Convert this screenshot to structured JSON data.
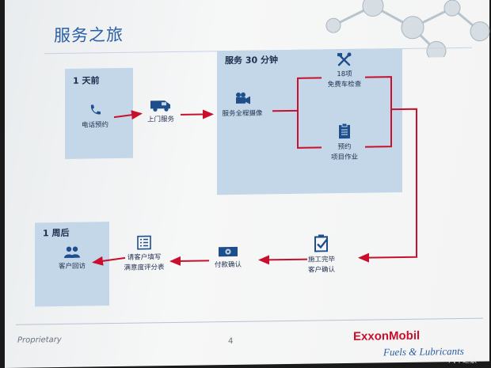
{
  "slide": {
    "title": "服务之旅",
    "stages": {
      "before": "1 天前",
      "during": "服务 30 分钟",
      "after": "1 周后"
    },
    "steps": {
      "phone": "电话预约",
      "pickup": "上门服务",
      "camera": "服务全程摄像",
      "inspection": "18项\n免费车检查",
      "scheduled": "预约\n项目作业",
      "complete": "施工完毕\n客户确认",
      "payment": "付款确认",
      "survey": "请客户填写\n满意度评分表",
      "callback": "客户回访"
    },
    "footer": {
      "left": "Proprietary",
      "page": "4",
      "brand": "ExxonMobil",
      "tagline": "Fuels & Lubricants",
      "watermark": "汽车之家"
    }
  },
  "colors": {
    "title": "#2a5ea6",
    "box": "#c3d7e8",
    "arrow": "#c8102e",
    "icon": "#1f4e8c"
  },
  "icons": [
    "phone-icon",
    "van-icon",
    "video-camera-icon",
    "tools-icon",
    "clipboard-icon",
    "clipboard-check-icon",
    "money-icon",
    "checklist-icon",
    "people-icon"
  ]
}
